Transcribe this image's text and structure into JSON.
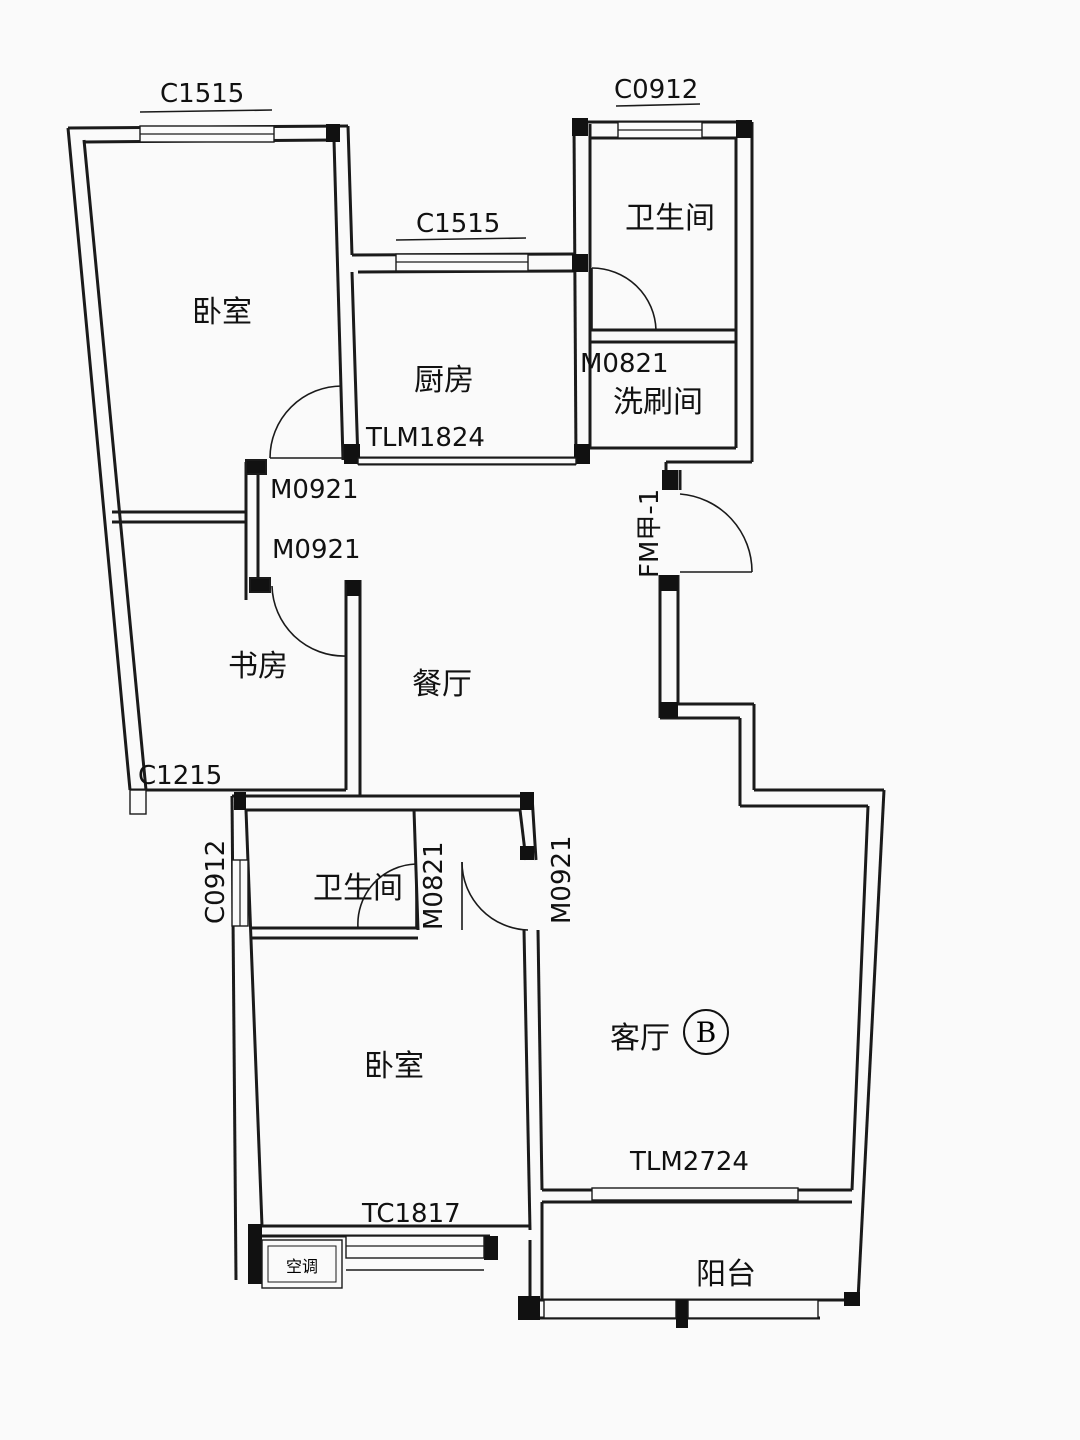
{
  "rooms": {
    "bedroom_top": "卧室",
    "kitchen": "厨房",
    "bathroom_top": "卫生间",
    "wash_room": "洗刷间",
    "study": "书房",
    "dining": "餐厅",
    "bathroom_mid": "卫生间",
    "bedroom_bottom": "卧室",
    "living": "客厅",
    "balcony": "阳台"
  },
  "codes": {
    "window_bedroom_top": "C1515",
    "window_kitchen": "C1515",
    "window_bathroom_top": "C0912",
    "door_bath_top": "M0821",
    "door_kitchen": "TLM1824",
    "door_bedroom_top": "M0921",
    "door_study": "M0921",
    "entry_door": "FM甲-1",
    "window_study": "C1215",
    "window_bath_mid": "C0912",
    "door_bath_mid": "M0821",
    "door_bedroom_bottom": "M0921",
    "door_living": "TLM2724",
    "window_bedroom_bottom": "TC1817",
    "ac_box": "空调"
  },
  "unit_marker": "B",
  "colors": {
    "paper": "#fafafa",
    "background": "#ece9ec",
    "ink": "#1a1a1a"
  }
}
